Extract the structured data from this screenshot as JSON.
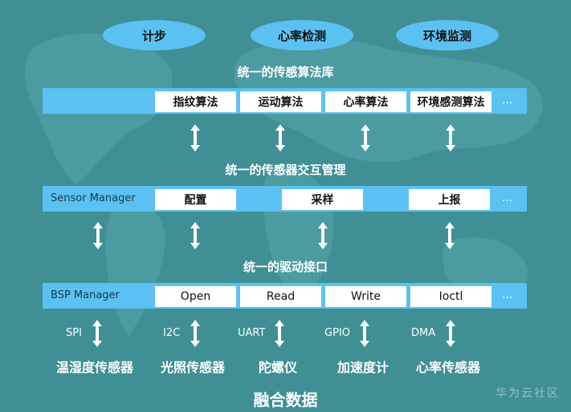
{
  "top_apps": [
    "计步",
    "心率检测",
    "环境监测"
  ],
  "algo_layer": {
    "title": "统一的传感算法库",
    "items": [
      "指纹算法",
      "运动算法",
      "心率算法",
      "环境感测算法"
    ],
    "more": "..."
  },
  "sensor_layer": {
    "title": "统一的传感器交互管理",
    "label": "Sensor Manager",
    "items": [
      "配置",
      "采样",
      "上报"
    ],
    "more": "..."
  },
  "bsp_layer": {
    "title": "统一的驱动接口",
    "label": "BSP Manager",
    "items": [
      "Open",
      "Read",
      "Write",
      "Ioctl"
    ],
    "more": "..."
  },
  "buses": [
    "SPI",
    "I2C",
    "UART",
    "GPIO",
    "DMA"
  ],
  "sensors": [
    "温湿度传感器",
    "光照传感器",
    "陀螺仪",
    "加速度计",
    "心率传感器"
  ],
  "caption": "融合数据",
  "watermark": "华为云社区"
}
